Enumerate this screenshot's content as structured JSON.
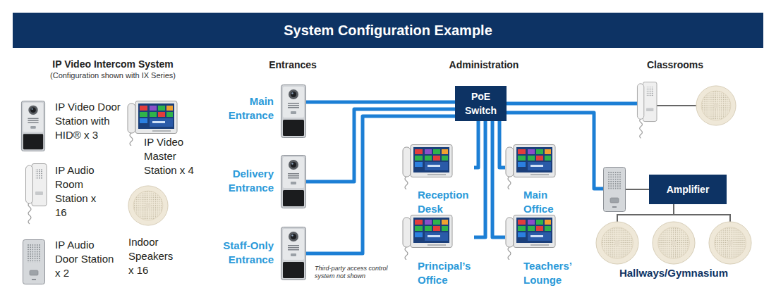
{
  "diagram": {
    "title": "System Configuration Example",
    "nodes": [
      {
        "text": [
          "Main Entrance"
        ]
      },
      {
        "text": [
          "Delivery Entrance"
        ]
      },
      {
        "text": [
          "Staff-Only Entrance"
        ]
      },
      {
        "text": [
          "PoE Switch"
        ]
      },
      {
        "text": [
          "Reception Desk"
        ]
      },
      {
        "text": [
          "Main Office"
        ]
      },
      {
        "text": [
          "Principal’s Office"
        ]
      },
      {
        "text": [
          "Teachers’ Lounge"
        ]
      },
      {
        "text": [
          "Amplifier"
        ]
      },
      {
        "text": [
          "Hallways/Gymnasium"
        ]
      }
    ],
    "edges": [
      {
        "from": 0,
        "to": 3,
        "arrow": "none"
      },
      {
        "from": 1,
        "to": 3,
        "arrow": "none"
      },
      {
        "from": 2,
        "to": 3,
        "arrow": "none"
      },
      {
        "from": 4,
        "to": 3,
        "arrow": "none"
      },
      {
        "from": 5,
        "to": 3,
        "arrow": "none"
      },
      {
        "from": 6,
        "to": 3,
        "arrow": "none"
      },
      {
        "from": 7,
        "to": 3,
        "arrow": "none"
      },
      {
        "from": 8,
        "to": 9,
        "arrow": "none"
      }
    ],
    "labels": [
      "IP Video Intercom System",
      "(Configuration shown with IX Series)",
      "Entrances",
      "Administration",
      "Classrooms",
      "Third-party access control system not shown"
    ],
    "legend": [
      {
        "text": "IP Video Door Station with HID® x 3"
      },
      {
        "text": "IP Video Master Station x 4"
      },
      {
        "text": "IP Audio Room Station x 16"
      },
      {
        "text": "Indoor Speakers x 16"
      },
      {
        "text": "IP Audio Door Station x 2"
      }
    ]
  }
}
